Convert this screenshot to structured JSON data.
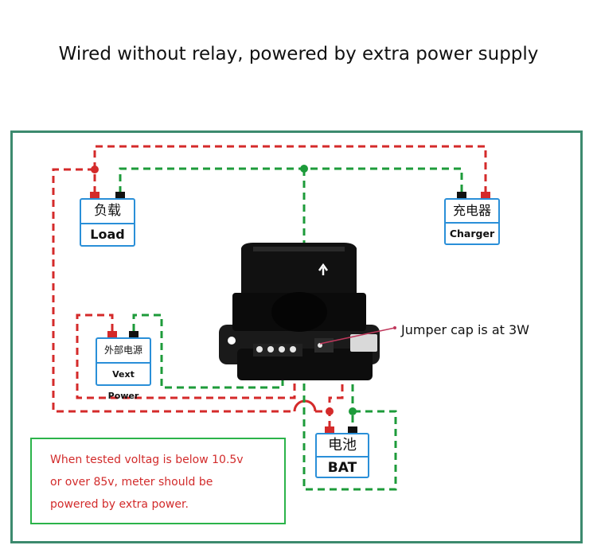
{
  "title": "Wired without relay, powered by extra power supply",
  "components": {
    "load": {
      "cn": "负载",
      "en": "Load"
    },
    "charger": {
      "cn": "充电器",
      "en": "Charger"
    },
    "vext": {
      "cn": "外部电源",
      "en": "Vext Power"
    },
    "battery": {
      "cn": "电池",
      "en": "BAT"
    }
  },
  "jumper_label": "Jumper cap is at 3W",
  "note_lines": [
    "When tested voltag is below 10.5v",
    "or over 85v, meter should be",
    "powered by extra power."
  ],
  "colors": {
    "positive_wire": "#d42a2a",
    "negative_wire": "#1d9b3a",
    "box_border": "#2a8fd8",
    "frame_border": "#3c8a6e",
    "note_border": "#2bb34a",
    "note_text": "#d22b2b"
  }
}
